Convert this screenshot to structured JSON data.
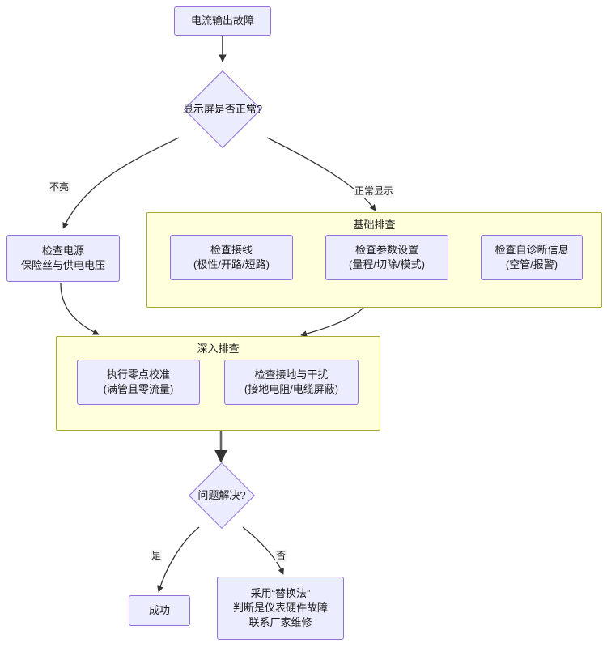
{
  "diagram": {
    "type": "flowchart",
    "title_node": "电流输出故障",
    "nodes": [
      {
        "id": "start",
        "shape": "rect",
        "lines": [
          "电流输出故障"
        ]
      },
      {
        "id": "d1",
        "shape": "diamond",
        "lines": [
          "显示屏是否正常?"
        ]
      },
      {
        "id": "power",
        "shape": "rect",
        "lines": [
          "检查电源",
          "保险丝与供电电压"
        ]
      },
      {
        "id": "wiring",
        "shape": "rect",
        "lines": [
          "检查接线",
          "(极性/开路/短路)"
        ]
      },
      {
        "id": "param",
        "shape": "rect",
        "lines": [
          "检查参数设置",
          "(量程/切除/模式)"
        ]
      },
      {
        "id": "selfdx",
        "shape": "rect",
        "lines": [
          "检查自诊断信息",
          "(空管/报警)"
        ]
      },
      {
        "id": "zero",
        "shape": "rect",
        "lines": [
          "执行零点校准",
          "(满管且零流量)"
        ]
      },
      {
        "id": "ground",
        "shape": "rect",
        "lines": [
          "检查接地与干扰",
          "(接地电阻/电缆屏蔽)"
        ]
      },
      {
        "id": "d2",
        "shape": "diamond",
        "lines": [
          "问题解决?"
        ]
      },
      {
        "id": "success",
        "shape": "rect",
        "lines": [
          "成功"
        ]
      },
      {
        "id": "replace",
        "shape": "rect",
        "lines": [
          "采用“替换法”",
          "判断是仪表硬件故障",
          "联系厂家维修"
        ]
      }
    ],
    "clusters": [
      {
        "id": "basic",
        "title": "基础排查",
        "members": [
          "wiring",
          "param",
          "selfdx"
        ]
      },
      {
        "id": "deep",
        "title": "深入排查",
        "members": [
          "zero",
          "ground"
        ]
      }
    ],
    "edges": [
      {
        "from": "start",
        "to": "d1",
        "label": ""
      },
      {
        "from": "d1",
        "to": "power",
        "label": "不亮"
      },
      {
        "from": "d1",
        "to": "basic",
        "label": "正常显示"
      },
      {
        "from": "power",
        "to": "deep",
        "label": ""
      },
      {
        "from": "param",
        "to": "deep",
        "label": ""
      },
      {
        "from": "deep",
        "to": "d2",
        "label": ""
      },
      {
        "from": "d2",
        "to": "success",
        "label": "是"
      },
      {
        "from": "d2",
        "to": "replace",
        "label": "否"
      }
    ],
    "edge_labels": {
      "not_lit": "不亮",
      "normal_display": "正常显示",
      "yes": "是",
      "no": "否"
    },
    "colors": {
      "node_fill": "#ECECFF",
      "node_stroke": "#9370DB",
      "cluster_fill": "#FFFFDE",
      "cluster_stroke": "#AAAA33",
      "edge_stroke": "#333333",
      "text": "#1a1a1a",
      "background": "#ffffff"
    }
  }
}
